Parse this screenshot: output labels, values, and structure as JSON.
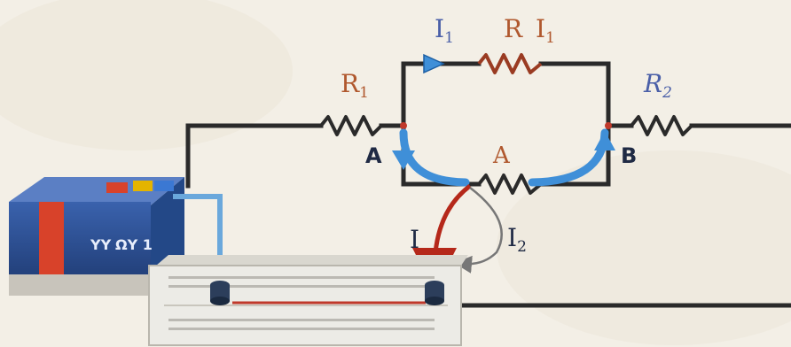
{
  "labels": {
    "current_top_1": "I",
    "current_top_1_sub": "1",
    "resistor_top": "R",
    "current_top_2": "I",
    "current_top_2_sub": "1",
    "resistor_left": "R",
    "resistor_left_sub": "1",
    "resistor_right": "R",
    "resistor_right_sub": "2",
    "resistor_bottom": "A",
    "node_left": "A",
    "node_right": "B",
    "current_main": "I",
    "current_branch": "I",
    "current_branch_sub": "2"
  },
  "battery": {
    "label_left": "YY",
    "label_right": "ΩY 1"
  },
  "colors": {
    "wire": "#2a2a2a",
    "resistor": "#9a3b22",
    "label_current": "#4a5fa8",
    "label_resistor": "#b0582e",
    "label_node": "#1f2a44",
    "arrow_blue": "#3f8fd8",
    "arrow_red": "#b5281a",
    "battery_body": "#2c4f93",
    "battery_stripe": "#d8422a",
    "breadboard": "#ecebe6"
  }
}
